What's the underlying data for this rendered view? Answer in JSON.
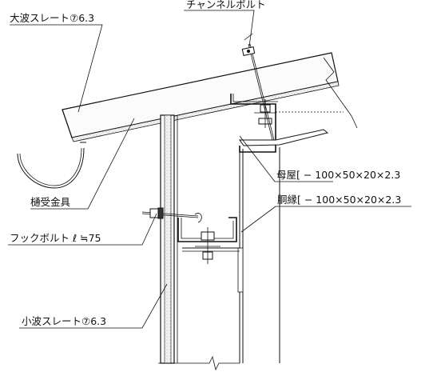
{
  "labels": {
    "large_wave_slate": "大波スレート⑦6.3",
    "channel_bolt": "チャンネルボルト",
    "purlin": "母屋[ − 100×50×20×2.3",
    "girt": "胴縁[ − 100×50×20×2.3",
    "gutter_bracket": "樋受金具",
    "hook_bolt": "フックボルト ℓ ≒75",
    "small_wave_slate": "小波スレート⑦6.3"
  },
  "colors": {
    "line": "#111111",
    "slate_fill": "#f4f4f4",
    "hatch": "#777777",
    "background": "#ffffff"
  },
  "icons": [
    "bolt-nut-icon",
    "break-line-icon"
  ]
}
